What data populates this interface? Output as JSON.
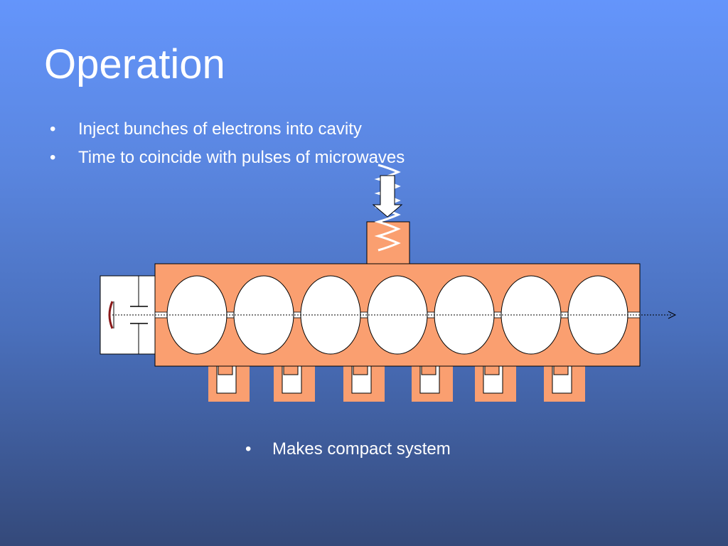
{
  "slide": {
    "title": "Operation",
    "bullet_glyph": "•",
    "bullets": [
      "Inject bunches of electrons into cavity",
      "Time to coincide with pulses of microwaves"
    ],
    "bottom_bullet": "Makes compact system"
  },
  "diagram": {
    "cavity_count": 7,
    "colors": {
      "body": "#fa9f70",
      "cavity": "#ffffff",
      "outline": "#000000",
      "capacitor": "#8b1a1a"
    },
    "icons": [
      "microwave-wave-icon",
      "down-arrow-icon",
      "beam-arrow-icon",
      "capacitor-icon"
    ]
  }
}
